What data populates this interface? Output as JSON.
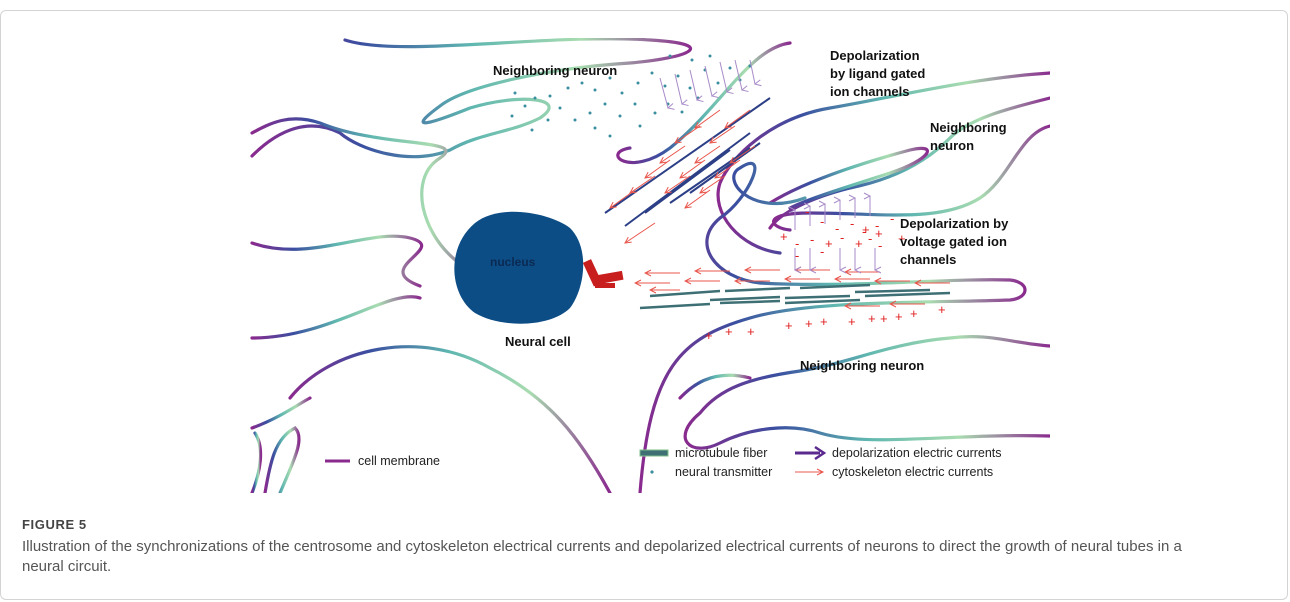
{
  "figure": {
    "number_label": "FIGURE 5",
    "caption": "Illustration of the synchronizations of the centrosome and cytoskeleton electrical currents and depolarized electrical currents of neurons to direct the growth of neural tubes in a neural circuit."
  },
  "diagram": {
    "labels": {
      "neighboring_neuron_top": "Neighboring neuron",
      "depolarization_ligand": [
        "Depolarization",
        "by ligand gated",
        "ion channels"
      ],
      "neighboring_neuron_right": [
        "Neighboring",
        "neuron"
      ],
      "depolarization_voltage": [
        "Depolarization by",
        "voltage gated ion",
        "channels"
      ],
      "nucleus": "nucleus",
      "neural_cell": "Neural cell",
      "neighboring_neuron_bottom": "Neighboring neuron"
    },
    "legend": {
      "cell_membrane": "cell membrane",
      "microtubule_fiber": "microtubule fiber",
      "neural_transmitter": "neural transmitter",
      "depolarization_currents": "depolarization electric currents",
      "cytoskeleton_currents": "cytoskeleton electric currents"
    },
    "colors": {
      "membrane_purple": "#8a2a8e",
      "membrane_blue": "#3a4fa0",
      "membrane_teal": "#5fb7b0",
      "membrane_green": "#a9dcb0",
      "nucleus": "#0d4d86",
      "microtubule": "#3d6f74",
      "microtubule_blue": "#2c3f86",
      "transmitter": "#3a8f9f",
      "cytoskeleton_arrow": "#e8554b",
      "depolarization_arrow": "#a88bc8",
      "charge": "#e02020",
      "centrosome": "#c81e1e"
    }
  }
}
